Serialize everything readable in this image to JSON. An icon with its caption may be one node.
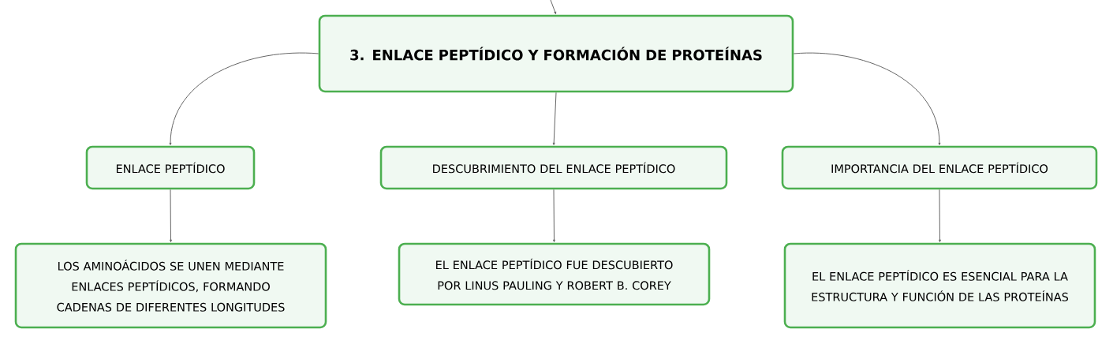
{
  "diagram": {
    "nodes": [
      {
        "text": [
          "3. ENLACE PEPTÍDICO Y FORMACIÓN DE PROTEÍNAS"
        ]
      },
      {
        "text": [
          "ENLACE PEPTÍDICO"
        ]
      },
      {
        "text": [
          "DESCUBRIMIENTO DEL ENLACE PEPTÍDICO"
        ]
      },
      {
        "text": [
          "IMPORTANCIA DEL ENLACE PEPTÍDICO"
        ]
      },
      {
        "text": [
          "LOS AMINOÁCIDOS SE UNEN MEDIANTE ENLACES PEPTÍDICOS, FORMANDO CADENAS DE DIFERENTES LONGITUDES"
        ]
      },
      {
        "text": [
          "EL ENLACE PEPTÍDICO FUE DESCUBIERTO POR LINUS PAULING Y ROBERT B. COREY"
        ]
      },
      {
        "text": [
          "EL ENLACE PEPTÍDICO ES ESENCIAL PARA LA ESTRUCTURA Y FUNCIÓN DE LAS PROTEÍNAS"
        ]
      }
    ],
    "edges": [
      {
        "from": null,
        "to": 0,
        "arrow": "to"
      },
      {
        "from": 0,
        "to": 1,
        "arrow": "to"
      },
      {
        "from": 0,
        "to": 2,
        "arrow": "to"
      },
      {
        "from": 0,
        "to": 3,
        "arrow": "to"
      },
      {
        "from": 1,
        "to": 4,
        "arrow": "to"
      },
      {
        "from": 2,
        "to": 5,
        "arrow": "to"
      },
      {
        "from": 3,
        "to": 6,
        "arrow": "to"
      }
    ]
  }
}
